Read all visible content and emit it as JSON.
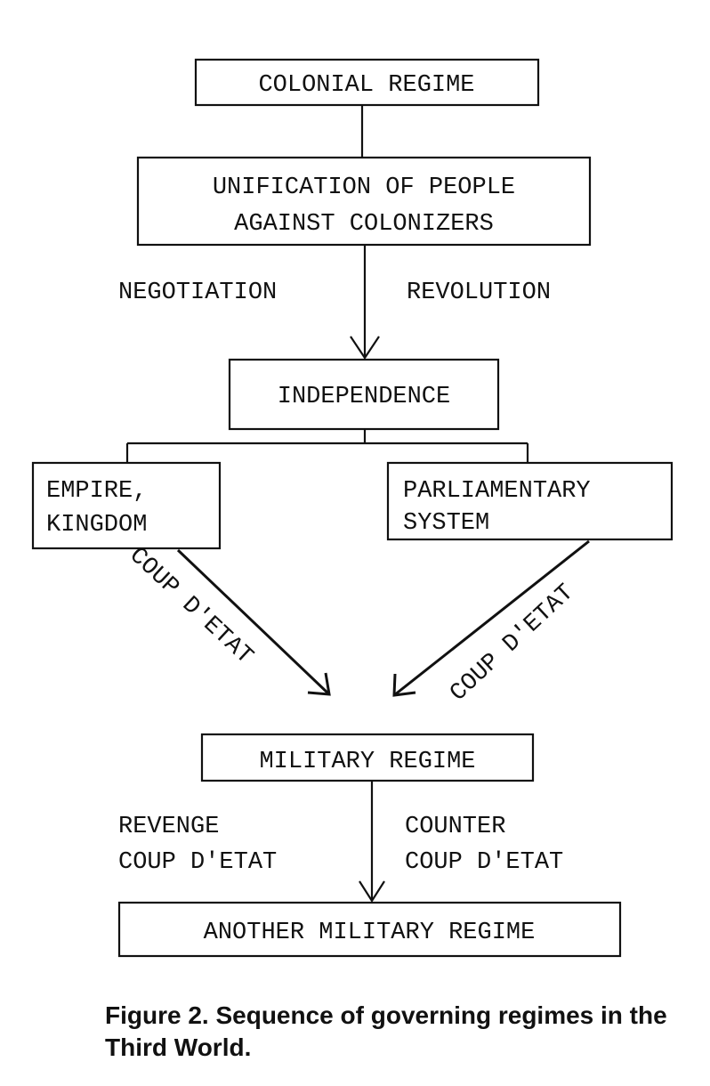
{
  "nodes": {
    "colonial": "COLONIAL REGIME",
    "unification_line1": "UNIFICATION OF PEOPLE",
    "unification_line2": "AGAINST COLONIZERS",
    "independence": "INDEPENDENCE",
    "empire_line1": "EMPIRE,",
    "empire_line2": "KINGDOM",
    "parliament_line1": "PARLIAMENTARY",
    "parliament_line2": "SYSTEM",
    "military": "MILITARY REGIME",
    "another_military": "ANOTHER MILITARY REGIME"
  },
  "edge_labels": {
    "negotiation": "NEGOTIATION",
    "revolution": "REVOLUTION",
    "coup_left": "COUP D'ETAT",
    "coup_right": "COUP D'ETAT",
    "revenge_line1": "REVENGE",
    "revenge_line2": "COUP D'ETAT",
    "counter_line1": "COUNTER",
    "counter_line2": "COUP D'ETAT"
  },
  "caption": {
    "text": "Figure 2. Sequence of governing regimes in the Third World."
  }
}
